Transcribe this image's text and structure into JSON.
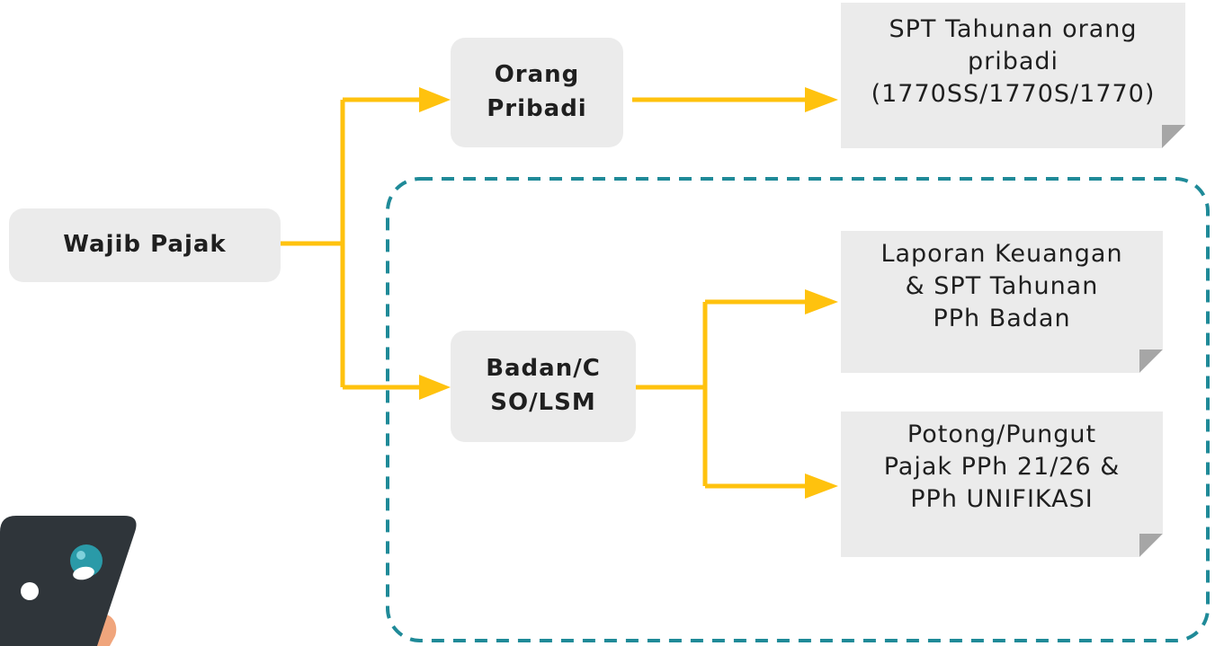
{
  "diagram": {
    "root": {
      "label": "Wajib Pajak"
    },
    "categories": [
      {
        "id": "orang",
        "label_lines": [
          "Orang",
          "Pribadi"
        ]
      },
      {
        "id": "badan",
        "label_lines": [
          "Badan/C",
          "SO/LSM"
        ]
      }
    ],
    "documents": [
      {
        "id": "spt",
        "text": "SPT Tahunan orang\npribadi\n(1770SS/1770S/1770)"
      },
      {
        "id": "laporan",
        "text": "Laporan Keuangan\n& SPT Tahunan\nPPh Badan"
      },
      {
        "id": "potong",
        "text": "Potong/Pungut\nPajak PPh 21/26 &\nPPh UNIFIKASI"
      }
    ],
    "colors": {
      "connector": "#ffc20e",
      "node_fill": "#ebebeb",
      "group_border": "#1f8a98",
      "device_body": "#2f353a",
      "device_accent": "#2a9aa8",
      "hand": "#f0a57c"
    },
    "icons": [
      "tablet-illustration-icon"
    ]
  }
}
